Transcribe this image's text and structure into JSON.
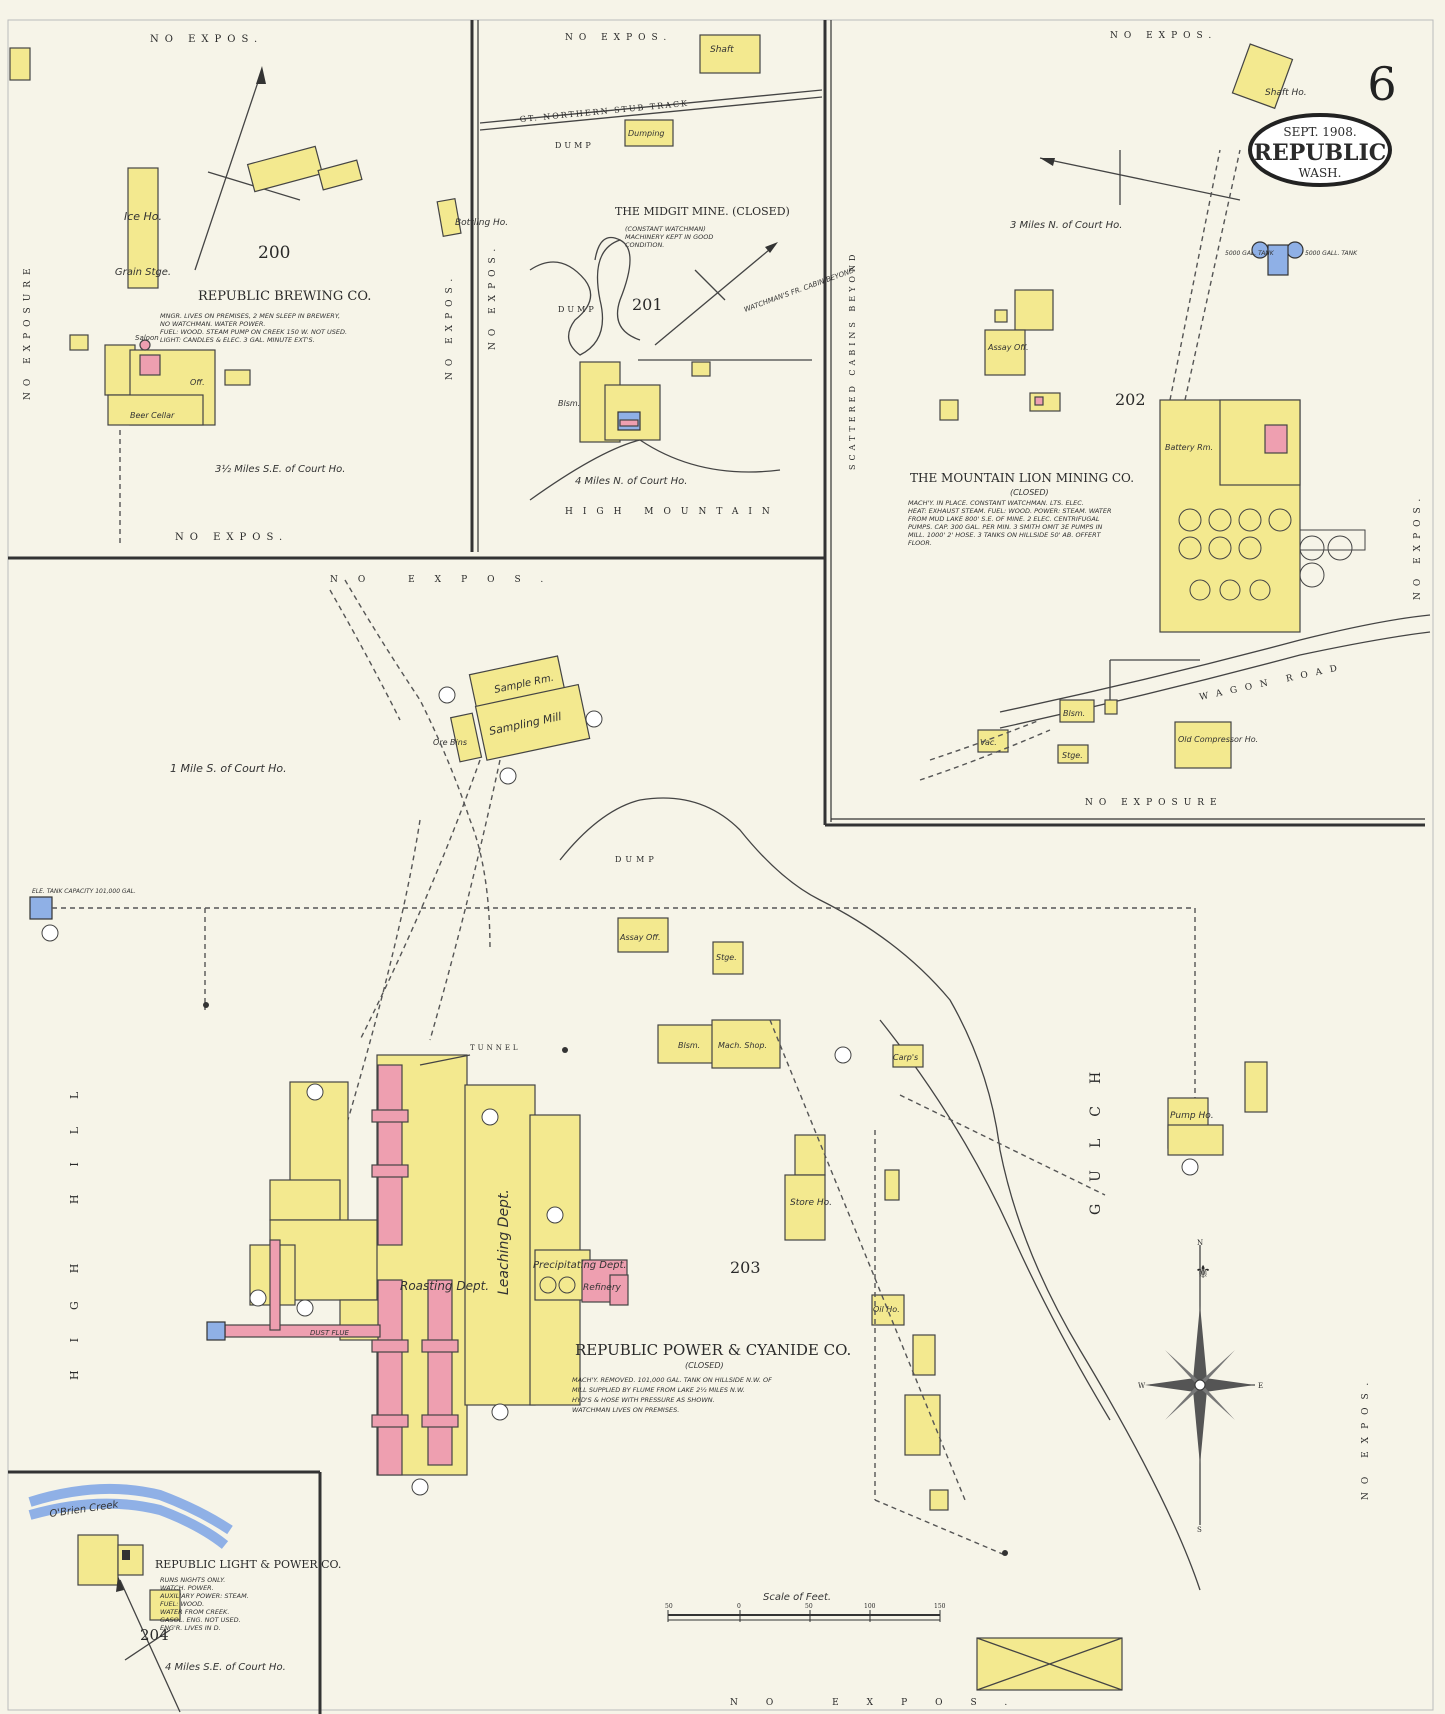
{
  "sheet": {
    "number": "6",
    "date": "SEPT. 1908.",
    "town": "REPUBLIC",
    "state": "WASH."
  },
  "sections": {
    "s200": {
      "number": "200",
      "title": "REPUBLIC BREWING CO.",
      "desc": [
        "MNGR. LIVES ON PREMISES, 2 MEN SLEEP IN BREWERY,",
        "NO WATCHMAN. WATER POWER.",
        "FUEL: WOOD. STEAM PUMP ON CREEK 150 W. NOT USED.",
        "LIGHT: CANDLES & ELEC. 3 GAL. MINUTE EXT'S."
      ],
      "location": "3½ Miles S.E. of Court Ho.",
      "labels": {
        "ice": "Ice Ho.",
        "grain": "Grain Stge.",
        "bottling": "Bottling Ho.",
        "beer_cellar": "Beer Cellar",
        "off": "Off.",
        "sloon": "Saloon"
      }
    },
    "s201": {
      "number": "201",
      "title": "THE MIDGIT MINE. (CLOSED)",
      "desc": [
        "(CONSTANT WATCHMAN)",
        "MACHINERY KEPT IN GOOD",
        "CONDITION."
      ],
      "location": "4 Miles N. of Court Ho.",
      "labels": {
        "shaft": "Shaft",
        "dumping": "Dumping",
        "dump": "DUMP",
        "rail": "GT. NORTHERN STUB TRACK",
        "blsm": "Blsm.",
        "high": "HIGH MOUNTAIN",
        "watchman": "WATCHMAN'S FR. CABIN BEYOND"
      }
    },
    "s202": {
      "number": "202",
      "title": "THE MOUNTAIN LION MINING CO.",
      "closed": "(CLOSED)",
      "desc": [
        "MACH'Y. IN PLACE. CONSTANT WATCHMAN. LTS. ELEC.",
        "HEAT: EXHAUST STEAM. FUEL: WOOD. POWER: STEAM. WATER",
        "FROM MUD LAKE 800' S.E. OF MINE. 2 ELEC. CENTRIFUGAL",
        "PUMPS. CAP. 300 GAL. PER MIN. 3 SMITH OMIT 3E PUMPS IN",
        "MILL. 1000' 2' HOSE. 3 TANKS ON HILLSIDE 50' AB. OFFERT",
        "FLOOR."
      ],
      "location": "3 Miles N. of Court Ho.",
      "labels": {
        "shaft": "Shaft Ho.",
        "assay": "Assay Off.",
        "battery": "Battery Rm.",
        "blsm": "Blsm.",
        "old_comp": "Old Compressor Ho.",
        "stge": "Stge.",
        "vac": "Vac.",
        "wagon": "WAGON ROAD",
        "scattered": "SCATTERED CABINS BEYOND",
        "tank1": "5000 GAL. TANK",
        "tank2": "5000 GALL. TANK"
      }
    },
    "s203": {
      "number": "203",
      "title": "REPUBLIC POWER & CYANIDE CO.",
      "closed": "(CLOSED)",
      "desc": [
        "MACH'Y. REMOVED. 101,000 GAL. TANK ON HILLSIDE N.W. OF",
        "MILL SUPPLIED BY FLUME FROM LAKE 2½ MILES N.W.",
        "HYD'S & HOSE WITH PRESSURE AS SHOWN.",
        "WATCHMAN LIVES ON PREMISES."
      ],
      "location": "1 Mile S. of Court Ho.",
      "labels": {
        "sample": "Sample Rm.",
        "sampling": "Sampling Mill",
        "ore": "Ore Bins",
        "assay": "Assay Off.",
        "stge": "Stge.",
        "blsm": "Blsm.",
        "mach": "Mach. Shop.",
        "carpts": "Carp's",
        "store": "Store Ho.",
        "pump": "Pump Ho.",
        "roasting": "Roasting Dept.",
        "leaching": "Leaching Dept.",
        "precip": "Precipitating Dept.",
        "refinery": "Refinery",
        "oil": "Oil Ho.",
        "dump": "DUMP",
        "gulch": "GULCH",
        "high_hill": "HIGH HILL",
        "flue": "DUST FLUE",
        "tunnel": "TUNNEL",
        "tank": "ELE. TANK CAPACITY 101,000 GAL."
      }
    },
    "s204": {
      "number": "204",
      "title": "REPUBLIC LIGHT & POWER CO.",
      "desc": [
        "RUNS NIGHTS ONLY.",
        "WATCH. POWER.",
        "AUXILIARY POWER: STEAM.",
        "FUEL: WOOD.",
        "WATER FROM CREEK.",
        "GASOL. ENG. NOT USED.",
        "ENG'R. LIVES IN D."
      ],
      "location": "4 Miles S.E. of Court Ho.",
      "creek": "O'Brien Creek"
    }
  },
  "no_expos": "NO EXPOS.",
  "no_exposure": "NO EXPOSURE",
  "scale": {
    "title": "Scale of Feet.",
    "ticks": [
      "50",
      "0",
      "50",
      "100",
      "150"
    ]
  },
  "compass": {
    "n": "N",
    "s": "S",
    "e": "E",
    "w": "W"
  }
}
